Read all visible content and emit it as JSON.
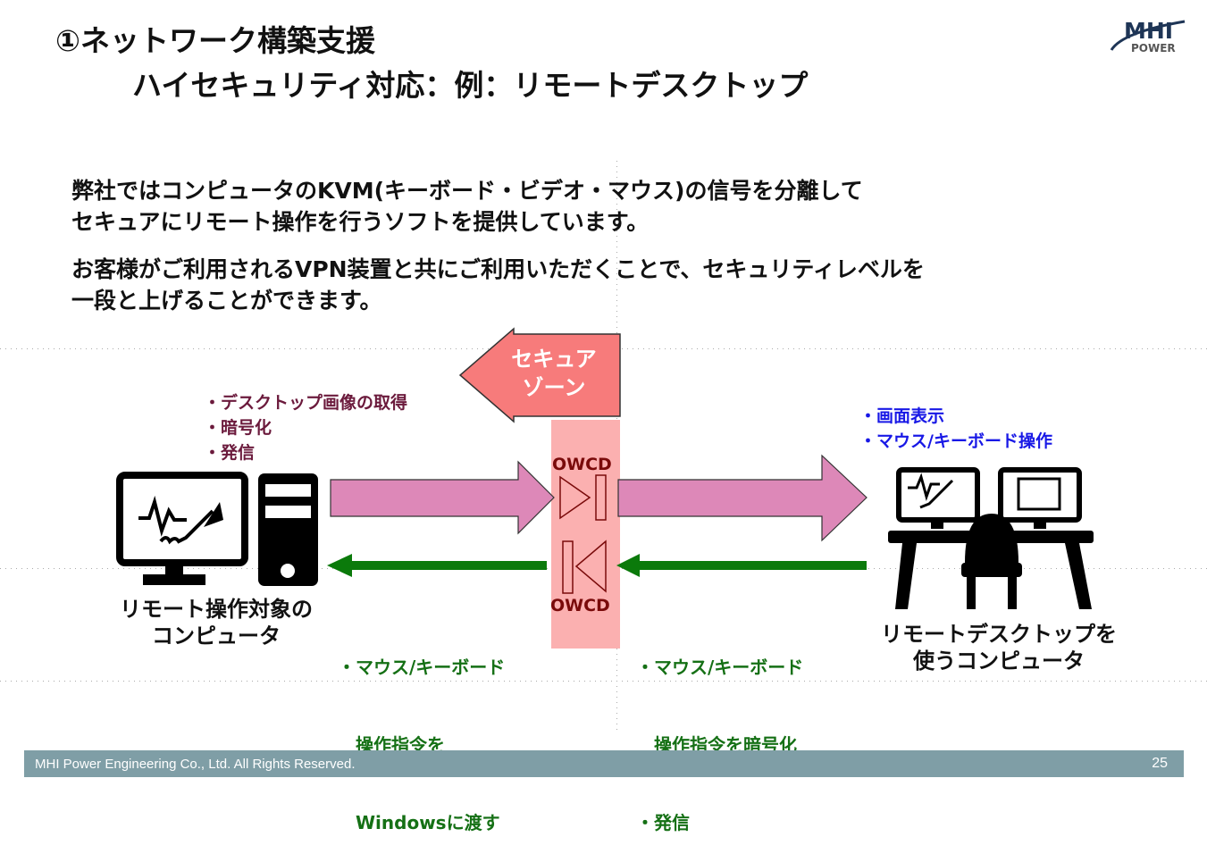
{
  "title": {
    "line1": "①ネットワーク構築支援",
    "line2": "ハイセキュリティ対応：例：リモートデスクトップ"
  },
  "logo": {
    "text_top": "MHI",
    "text_bottom": "POWER"
  },
  "body": {
    "p1_l1": "弊社ではコンピュータのKVM(キーボード・ビデオ・マウス)の信号を分離して",
    "p1_l2": "セキュアにリモート操作を行うソフトを提供しています。",
    "p2_l1": "お客様がご利用されるVPN装置と共にご利用いただくことで、セキュリティレベルを",
    "p2_l2": "一段と上げることができます。"
  },
  "diagram": {
    "secure_zone": {
      "l1": "セキュア",
      "l2": "ゾーン"
    },
    "left_bullets": [
      "・デスクトップ画像の取得",
      "・暗号化",
      "・発信"
    ],
    "right_bullets": [
      "・画面表示",
      "・マウス/キーボード操作"
    ],
    "owcd_top": "OWCD",
    "owcd_bottom": "OWCD",
    "left_caption": {
      "l1": "リモート操作対象の",
      "l2": "コンピュータ"
    },
    "right_caption": {
      "l1": "リモートデスクトップを",
      "l2": "使うコンピュータ"
    },
    "green_left": [
      "・マウス/キーボード",
      "　操作指令を",
      "　Windowsに渡す"
    ],
    "green_right": [
      "・マウス/キーボード",
      "　操作指令を暗号化",
      "・発信"
    ],
    "colors": {
      "pink_arrow": "#dd88b8",
      "zone": "#fbb0b0",
      "zone_arrow": "#f77b7b",
      "green": "#0b7a0b"
    }
  },
  "footer": {
    "copyright": "MHI Power Engineering Co., Ltd. All Rights Reserved.",
    "page": "25"
  }
}
